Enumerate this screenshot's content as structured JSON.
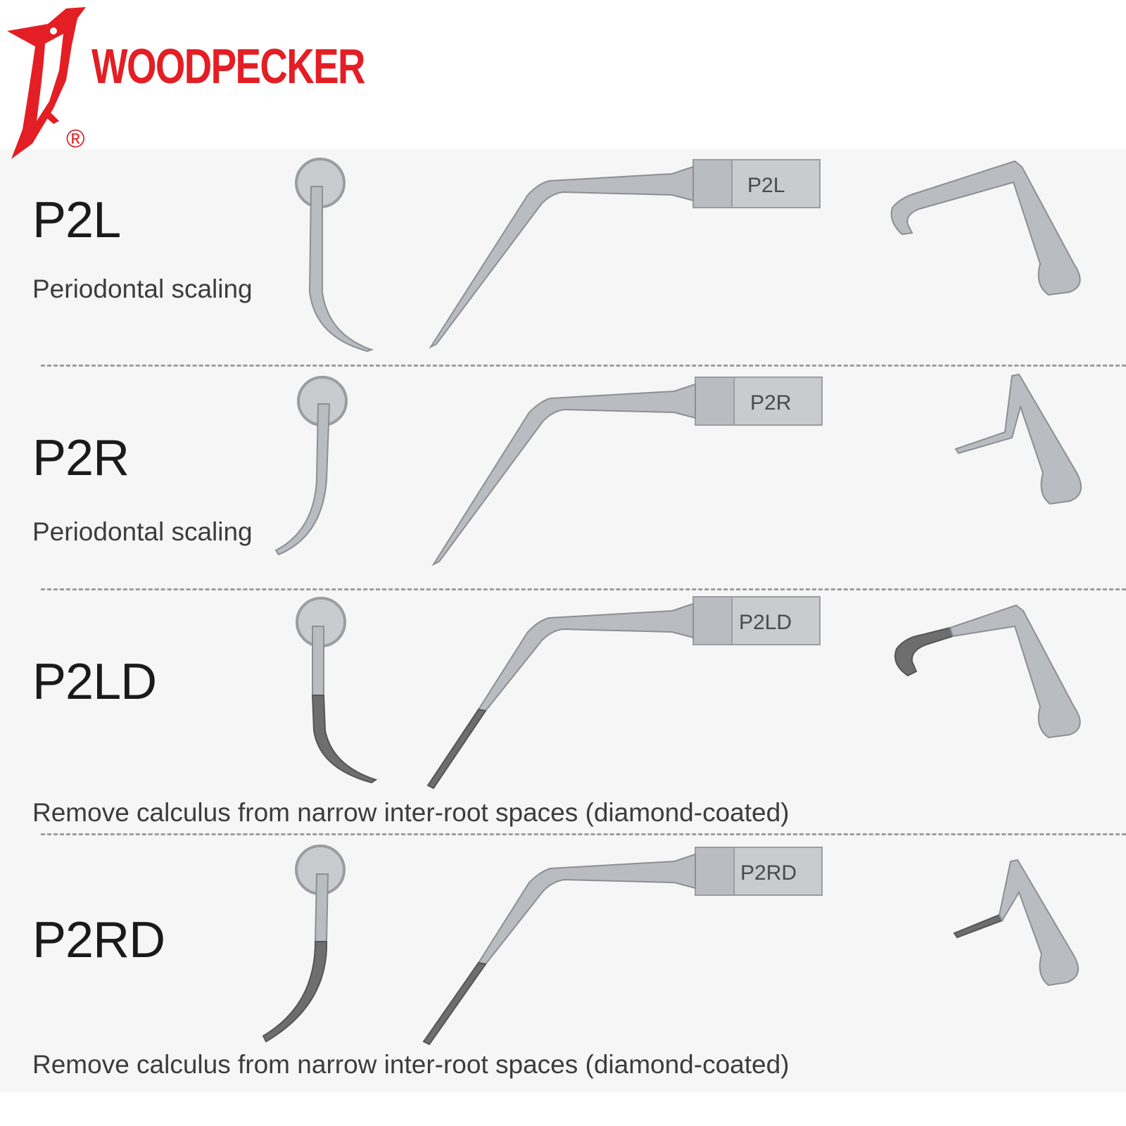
{
  "brand": {
    "name": "WOODPECKER",
    "registered_mark": "®",
    "logo_icon": "woodpecker-bird-icon",
    "color": "#e31e24"
  },
  "colors": {
    "steel": "#b9bcc0",
    "diamond_coating": "#6e6e6e",
    "panel_background": "#f6f6f6"
  },
  "products": [
    {
      "code": "P2L",
      "engraving": "P2L",
      "description": "Periodontal scaling",
      "diamond_coated": false
    },
    {
      "code": "P2R",
      "engraving": "P2R",
      "description": "Periodontal scaling",
      "diamond_coated": false
    },
    {
      "code": "P2LD",
      "engraving": "P2LD",
      "description": "Remove calculus from narrow inter-root spaces (diamond-coated)",
      "diamond_coated": true
    },
    {
      "code": "P2RD",
      "engraving": "P2RD",
      "description": "Remove calculus from narrow inter-root spaces (diamond-coated)",
      "diamond_coated": true
    }
  ]
}
